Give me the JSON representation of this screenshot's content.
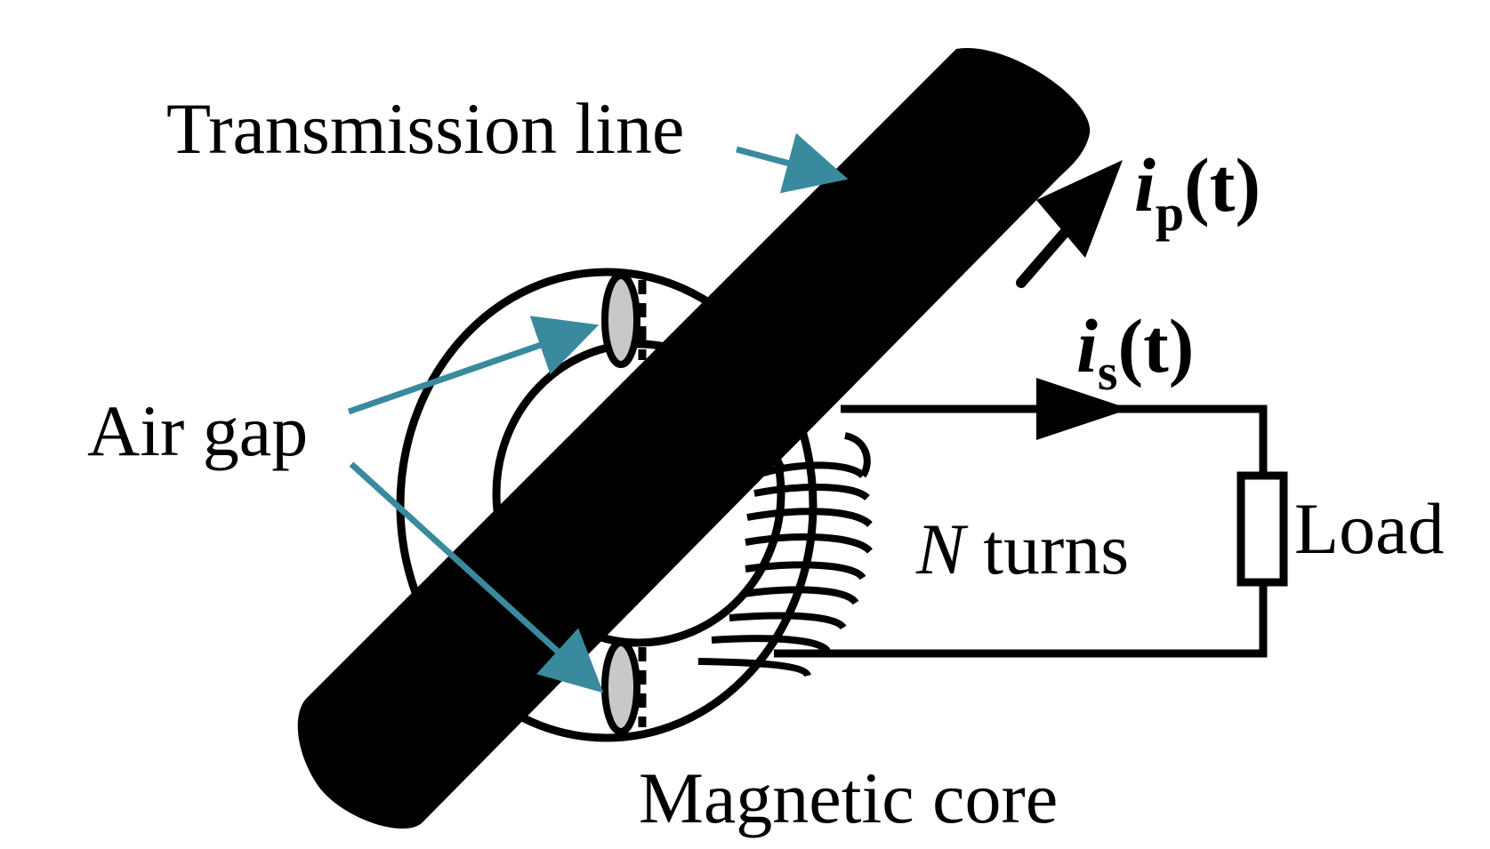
{
  "labels": {
    "transmission_line": "Transmission line",
    "air_gap": "Air gap",
    "n_italic": "N",
    "turns": " turns",
    "load": "Load",
    "magnetic_core": "Magnetic core",
    "ip_i": "i",
    "ip_sub": "p",
    "ip_t": "(t)",
    "is_i": "i",
    "is_sub": "s",
    "is_t": "(t)"
  },
  "colors": {
    "pointer_arrow": "#3a8a9e",
    "ink": "#000000",
    "gap_fill": "#c8c8c8"
  },
  "icons": {
    "current_arrow": "arrow-icon",
    "pointer": "pointer-arrow-icon"
  }
}
